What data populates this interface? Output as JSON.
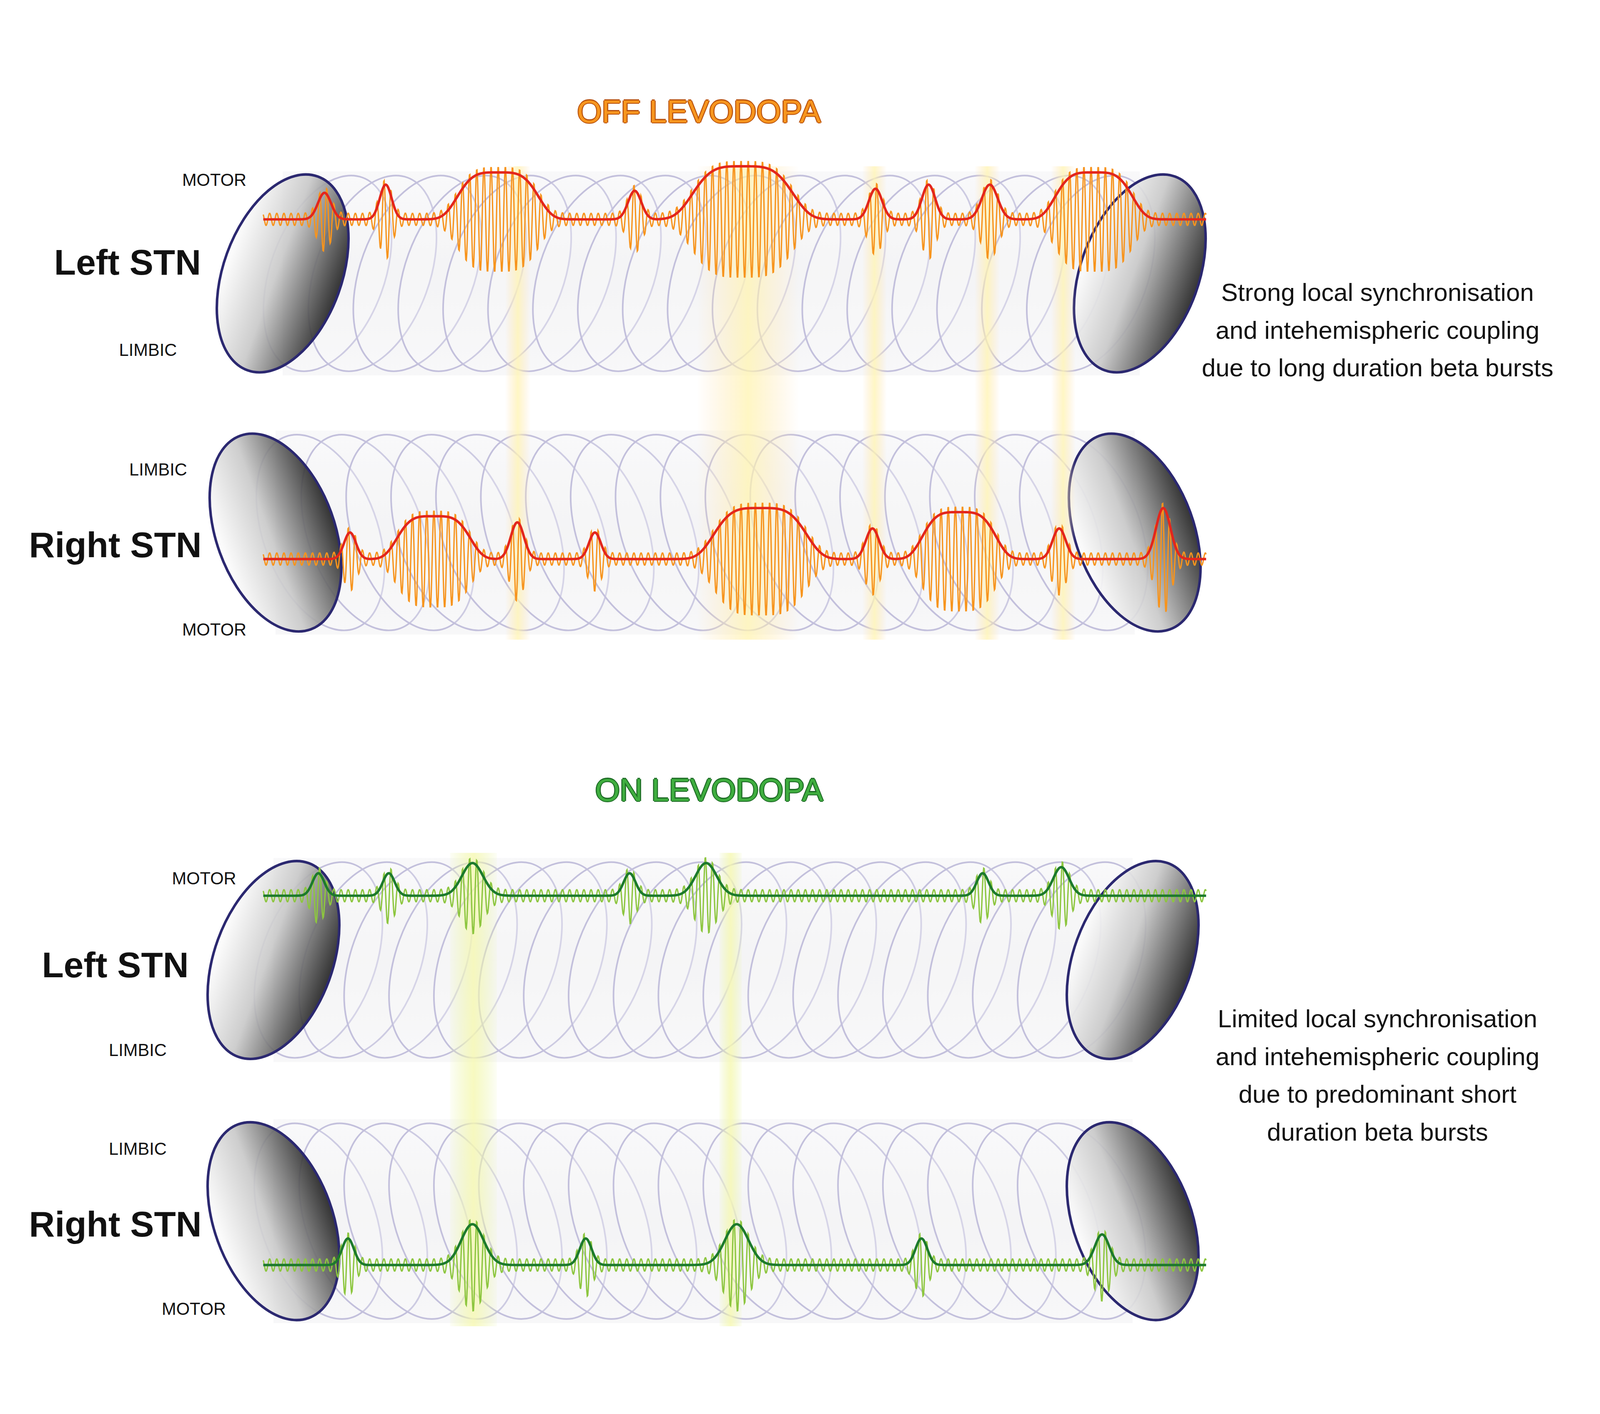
{
  "diagram": {
    "nodes": [
      {
        "text": [
          "MOTOR",
          "Left STN",
          "LIMBIC"
        ]
      },
      {
        "text": [
          "LIMBIC",
          "Right STN",
          "MOTOR"
        ]
      },
      {
        "text": [
          "MOTOR",
          "Left STN",
          "LIMBIC"
        ]
      },
      {
        "text": [
          "LIMBIC",
          "Right STN",
          "MOTOR"
        ]
      }
    ],
    "edges": [],
    "labels": [
      "OFF LEVODOPA",
      "Strong local synchronisation and intehemispheric coupling due to long duration beta bursts",
      "ON LEVODOPA",
      "Limited local synchronisation and intehemispheric coupling due to predominant short duration beta bursts"
    ]
  }
}
